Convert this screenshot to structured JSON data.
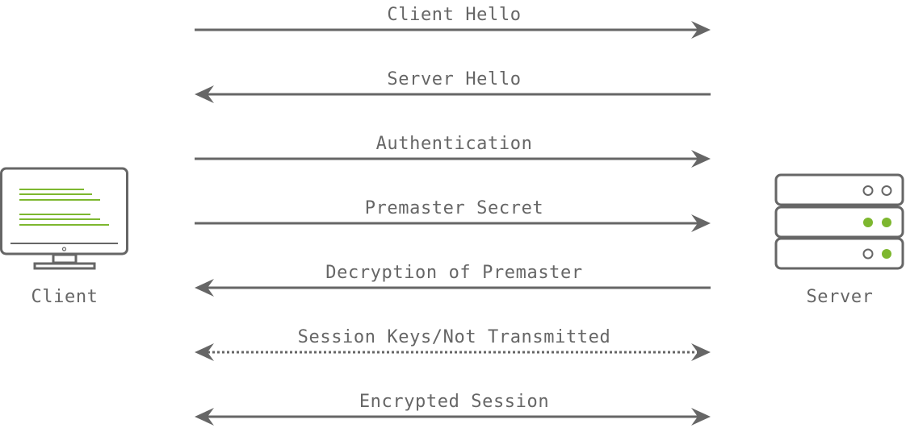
{
  "colors": {
    "arrow": "#666666",
    "text": "#666666",
    "accent": "#7db72f",
    "led_off": "#ffffff"
  },
  "client": {
    "label": "Client",
    "icon": "monitor-icon"
  },
  "server": {
    "label": "Server",
    "icon": "server-icon",
    "units": [
      {
        "leds": [
          "off",
          "off"
        ]
      },
      {
        "leds": [
          "on",
          "on"
        ]
      },
      {
        "leds": [
          "off",
          "on"
        ]
      }
    ]
  },
  "messages": [
    {
      "label": "Client Hello",
      "direction": "to-server",
      "style": "solid"
    },
    {
      "label": "Server Hello",
      "direction": "to-client",
      "style": "solid"
    },
    {
      "label": "Authentication",
      "direction": "to-server",
      "style": "solid"
    },
    {
      "label": "Premaster Secret",
      "direction": "to-server",
      "style": "solid"
    },
    {
      "label": "Decryption of Premaster",
      "direction": "to-client",
      "style": "solid"
    },
    {
      "label": "Session Keys/Not Transmitted",
      "direction": "both",
      "style": "dotted"
    },
    {
      "label": "Encrypted Session",
      "direction": "both",
      "style": "solid"
    }
  ]
}
